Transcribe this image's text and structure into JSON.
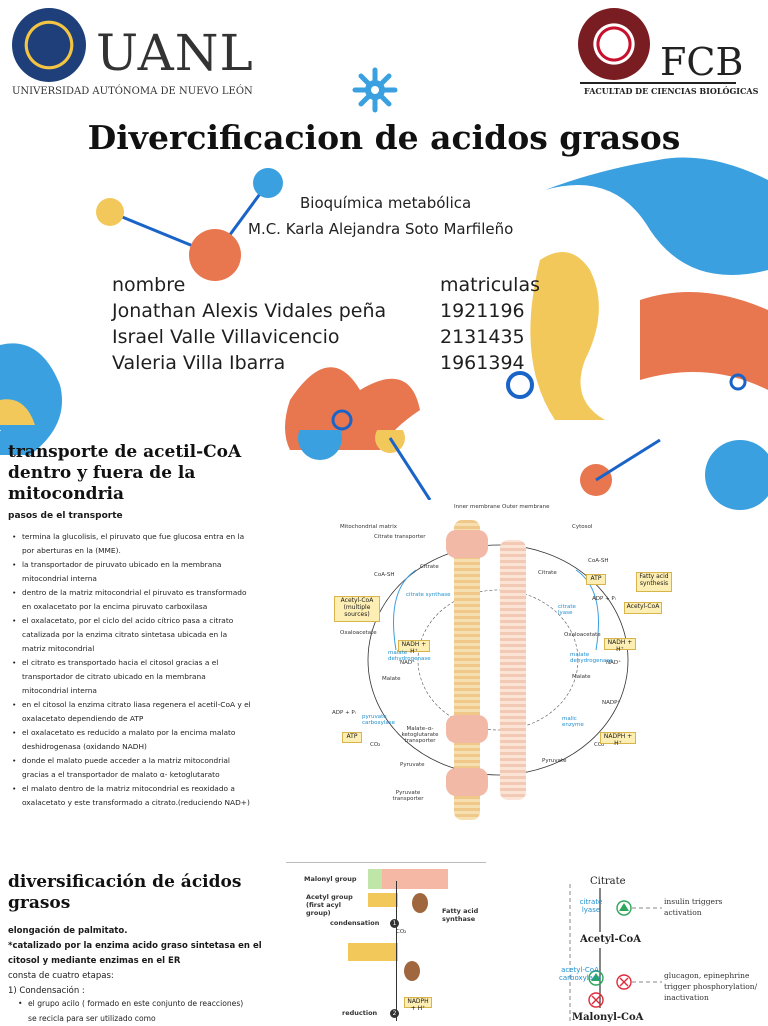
{
  "header": {
    "uanl_name": "UANL",
    "uanl_full": "UNIVERSIDAD AUTÓNOMA DE NUEVO LEÓN",
    "fcb_name": "FCB",
    "fcb_full": "FACULTAD DE CIENCIAS BIOLÓGICAS"
  },
  "cover": {
    "title": "Divercificacion de acidos grasos",
    "subject": "Bioquímica metabólica",
    "teacher": "M.C. Karla Alejandra Soto Marfileño",
    "col_name_header": "nombre",
    "col_id_header": "matriculas",
    "students": [
      {
        "name": "Jonathan Alexis Vidales peña",
        "id": "1921196"
      },
      {
        "name": "Israel Valle Villavicencio",
        "id": "2131435"
      },
      {
        "name": "Valeria Villa Ibarra",
        "id": "1961394"
      }
    ]
  },
  "section2": {
    "heading": "transporte de acetil-CoA dentro y fuera de la mitocondria",
    "subheading": "pasos de el transporte",
    "bullets": [
      "termina la glucolisis,  el piruvato que fue glucosa entra en la por aberturas en la (MME).",
      "la transportador de piruvato ubicado en la membrana mitocondrial interna",
      " dentro de la matriz mitocondrial el piruvato es transformado en oxalacetato por la encima piruvato carboxilasa",
      " el oxalacetato, por el ciclo del acido cítrico  pasa a citrato catalizada por la enzima citrato sintetasa ubicada en la matriz mitocondrial",
      "el citrato es transportado hacia el citosol gracias a el transportador de citrato  ubicado en la membrana mitocondrial interna",
      "en el citosol la enzima citrato liasa regenera el acetil-CoA y el oxalacetato dependiendo de ATP",
      "el oxalacetato es reducido a malato por la encima malato deshidrogenasa (oxidando NADH)",
      "donde el malato puede acceder a la matriz mitocondrial gracias a el transportador de malato α- ketoglutarato",
      "el malato dentro de la matriz mitocondrial es reoxidado a oxalacetato y este transformado a citrato.(reduciendo NAD+)"
    ],
    "diagram": {
      "inner_membrane": "Inner membrane",
      "outer_membrane": "Outer membrane",
      "matrix": "Mitochondrial matrix",
      "cytosol": "Cytosol",
      "citrate_transporter": "Citrate transporter",
      "citrate": "Citrate",
      "citrate_synthase": "citrate synthase",
      "coa_sh": "CoA-SH",
      "acetyl_coa_sources": "Acetyl-CoA (multiple sources)",
      "oxaloacetate": "Oxaloacetate",
      "nadh": "NADH + H⁺",
      "nad": "NAD⁺",
      "malate_dh": "malate dehydrogenase",
      "malate": "Malate",
      "adp_pi": "ADP + Pᵢ",
      "pyruvate_carboxylase": "pyruvate carboxylase",
      "atp": "ATP",
      "co2": "CO₂",
      "malate_akg": "Malate–α-ketoglutarate transporter",
      "pyruvate": "Pyruvate",
      "pyruvate_transporter": "Pyruvate transporter",
      "citrate_lyase": "citrate lyase",
      "fatty_acid_synthesis": "Fatty acid synthesis",
      "acetyl_coa": "Acetyl-CoA",
      "nadp": "NADP⁺",
      "malic_enzyme": "malic enzyme",
      "nadph": "NADPH + H⁺"
    }
  },
  "section3": {
    "heading": "diversificación de ácidos grasos",
    "sub1": "elongación de palmitato.",
    "sub2": "*catalizado por la enzima acido graso sintetasa en el citosol y mediante enzimas en el ER",
    "line1": "consta de cuatro etapas:",
    "line2": "1) Condensación :",
    "bullet": "el grupo acilo ( formado en este conjunto de reacciones)  se recicla para ser utilizado como",
    "diagram": {
      "malonyl_group": "Malonyl group",
      "acetyl_group": "Acetyl group (first acyl group)",
      "fas": "Fatty acid synthase",
      "condensation": "condensation",
      "reduction": "reduction",
      "co2": "CO₂",
      "nadph": "NADPH + H⁺",
      "step1": "1",
      "step2": "2"
    },
    "reg": {
      "citrate": "Citrate",
      "citrate_lyase": "citrate lyase",
      "acetyl_coa": "Acetyl-CoA",
      "acc": "acetyl-CoA carboxylase",
      "malonyl_coa": "Malonyl-CoA",
      "insulin": "insulin triggers activation",
      "glucagon": "glucagon, epinephrine trigger phosphorylation/ inactivation"
    }
  }
}
